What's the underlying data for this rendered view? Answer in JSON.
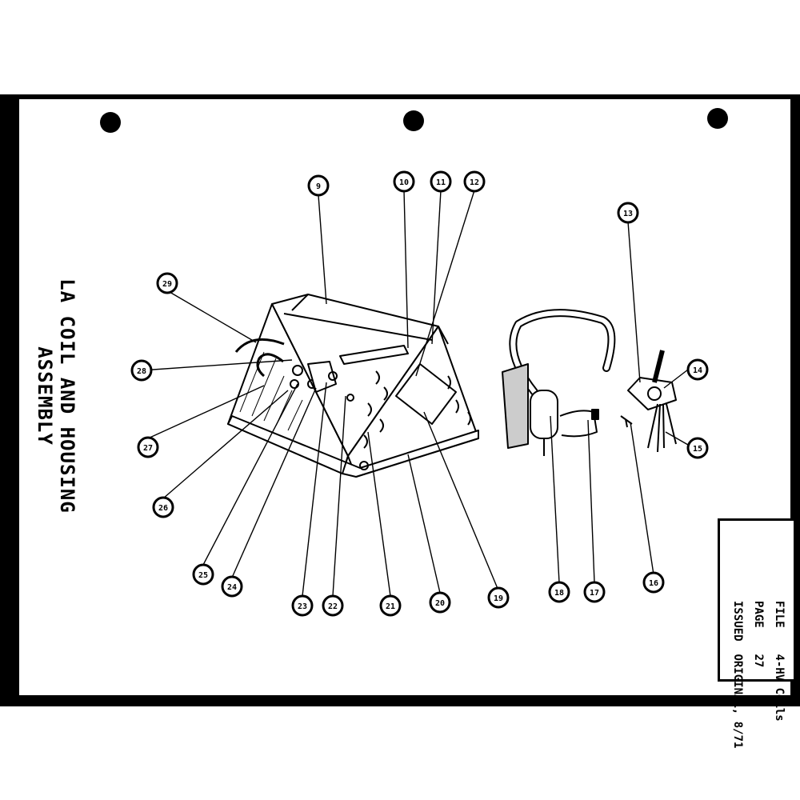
{
  "title": "LA COIL AND HOUSING ASSEMBLY",
  "file_label": "FILE",
  "file_value": "4-HV Coils",
  "page_label": "PAGE",
  "page_value": "27",
  "issued_label": "ISSUED",
  "issued_value": "ORIGINAL, 8/71",
  "callouts": [
    "9",
    "10",
    "11",
    "12",
    "13",
    "14",
    "15",
    "16",
    "17",
    "18",
    "19",
    "20",
    "21",
    "22",
    "23",
    "24",
    "25",
    "26",
    "27",
    "28",
    "29"
  ]
}
